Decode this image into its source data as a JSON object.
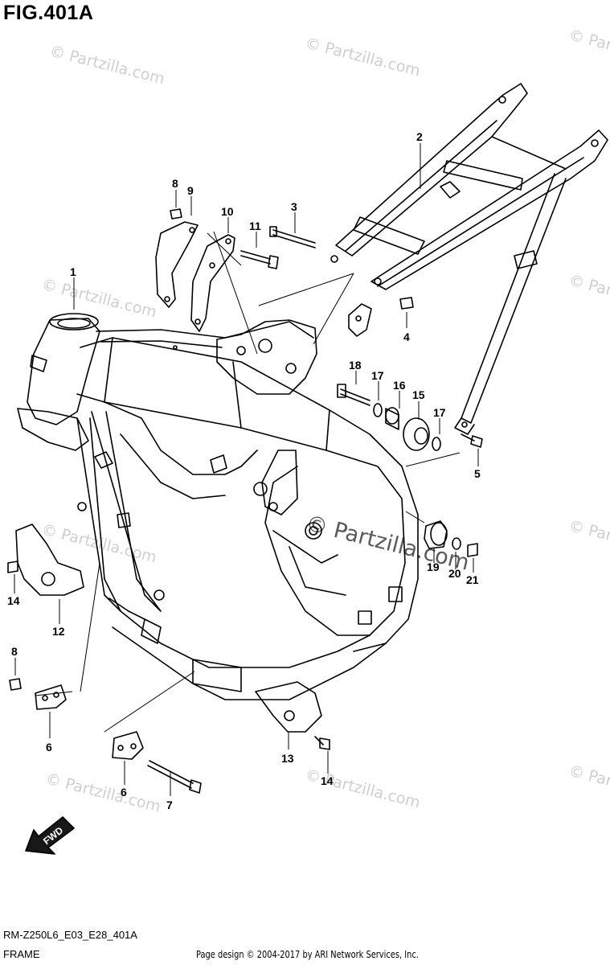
{
  "figure_title": "FIG.401A",
  "watermarks": {
    "small": "© Partzilla.com",
    "big": "© Partzilla.com"
  },
  "fwd_label": "FWD",
  "callouts": [
    "1",
    "2",
    "3",
    "4",
    "5",
    "6",
    "6",
    "7",
    "8",
    "8",
    "9",
    "10",
    "11",
    "12",
    "13",
    "14",
    "14",
    "15",
    "16",
    "17",
    "17",
    "18",
    "19",
    "20",
    "21"
  ],
  "footer": {
    "diagram_code": "RM-Z250L6_E03_E28_401A",
    "section": "FRAME",
    "credit": "Page design © 2004-2017 by ARI Network Services, Inc."
  }
}
